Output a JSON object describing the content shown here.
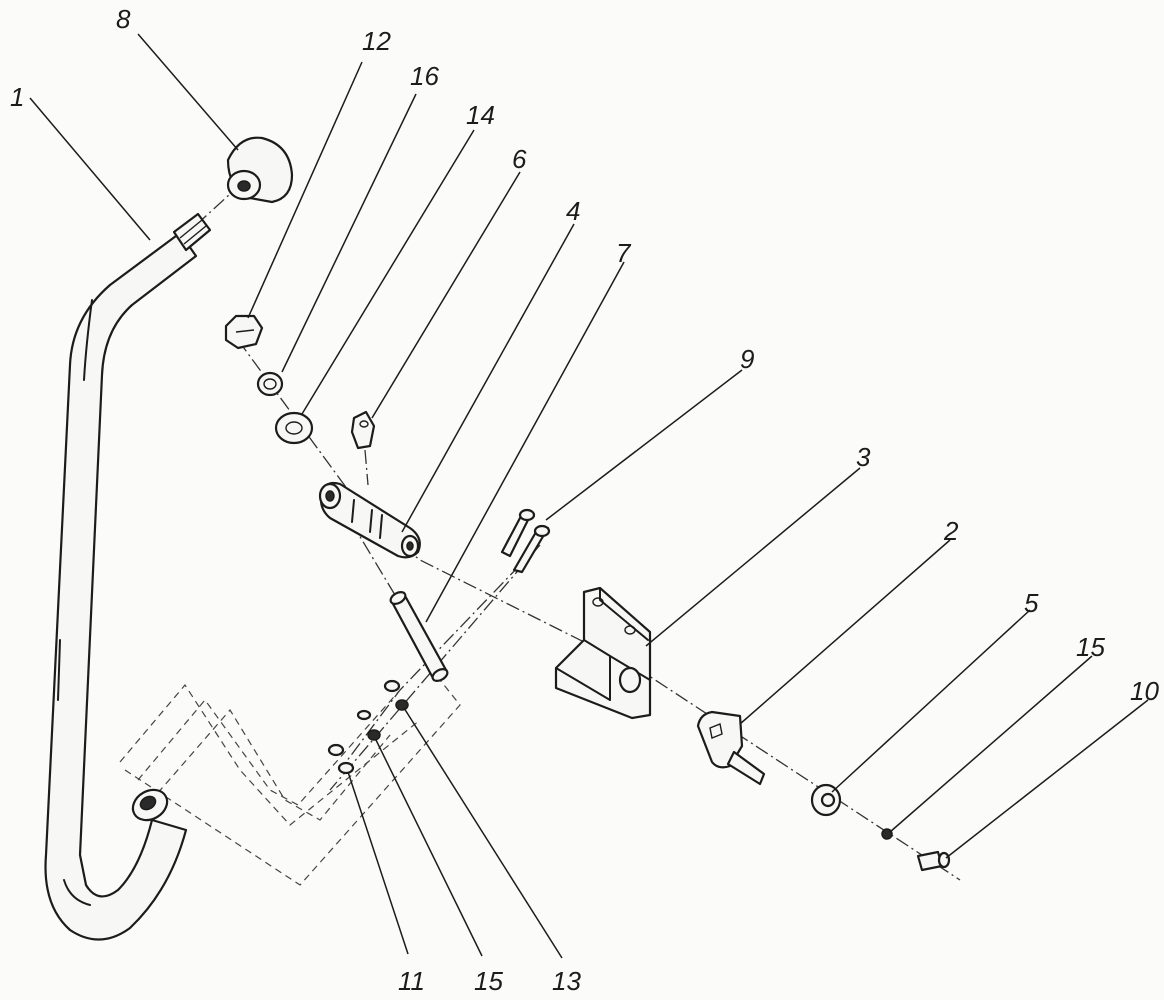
{
  "callouts": [
    {
      "id": "c1",
      "text": "1"
    },
    {
      "id": "c8",
      "text": "8"
    },
    {
      "id": "c12",
      "text": "12"
    },
    {
      "id": "c16",
      "text": "16"
    },
    {
      "id": "c14",
      "text": "14"
    },
    {
      "id": "c6",
      "text": "6"
    },
    {
      "id": "c4",
      "text": "4"
    },
    {
      "id": "c7",
      "text": "7"
    },
    {
      "id": "c9",
      "text": "9"
    },
    {
      "id": "c3",
      "text": "3"
    },
    {
      "id": "c2",
      "text": "2"
    },
    {
      "id": "c5",
      "text": "5"
    },
    {
      "id": "c15a",
      "text": "15"
    },
    {
      "id": "c10",
      "text": "10"
    },
    {
      "id": "c11",
      "text": "11"
    },
    {
      "id": "c15b",
      "text": "15"
    },
    {
      "id": "c13",
      "text": "13"
    }
  ]
}
